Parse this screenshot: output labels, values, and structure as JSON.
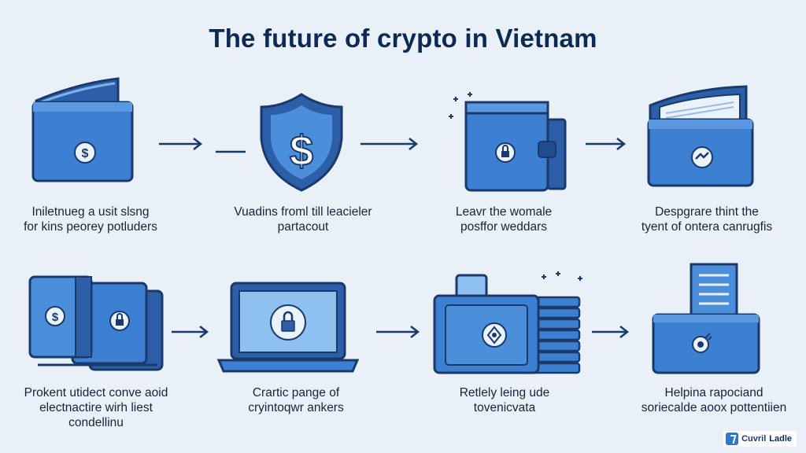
{
  "title": "The future of crypto in Vietnam",
  "steps": [
    {
      "icon": "wallet-icon",
      "caption_lines": [
        "Iniletnueg a usit slsng",
        "for kins peorey potluders"
      ]
    },
    {
      "icon": "shield-dollar-icon",
      "caption_lines": [
        "Vuadins froml till leacieler",
        "partacout"
      ]
    },
    {
      "icon": "padlock-wallet-icon",
      "caption_lines": [
        "Leavr the womale",
        "posffor weddars"
      ]
    },
    {
      "icon": "document-wallet-icon",
      "caption_lines": [
        "Despgrare thint the",
        "tyent of ontera canrugfis"
      ]
    },
    {
      "icon": "stacked-wallets-icon",
      "caption_lines": [
        "Prokent utidect conve aoid",
        "electnactire wirh liest",
        "condellinu"
      ]
    },
    {
      "icon": "laptop-lock-icon",
      "caption_lines": [
        "Crartic pange of",
        "cryintoqwr ankers"
      ]
    },
    {
      "icon": "safe-stack-icon",
      "caption_lines": [
        "Retlely leing ude",
        "tovenicvata"
      ]
    },
    {
      "icon": "document-safe-icon",
      "caption_lines": [
        "Helpina rapociand",
        "soriecalde aoox pottentiien"
      ]
    }
  ],
  "logo": {
    "text_a": "Cuvril",
    "text_b": "Ladle"
  },
  "colors": {
    "background": "#e9f0f8",
    "primary": "#3d7fd1",
    "dark": "#1a3a6b",
    "title": "#0d2a55"
  }
}
